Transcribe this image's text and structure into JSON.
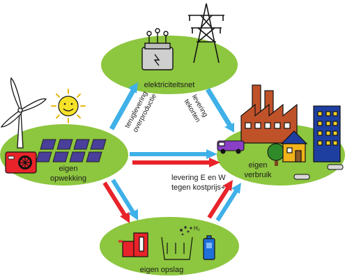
{
  "nodes": {
    "grid": {
      "label": "elektriciteitsnet"
    },
    "generation": {
      "label_line1": "eigen",
      "label_line2": "opwekking"
    },
    "consumption": {
      "label_line1": "eigen",
      "label_line2": "verbruik"
    },
    "storage": {
      "label": "eigen opslag"
    }
  },
  "flows": {
    "feed_in": {
      "line1": "teruglevering",
      "line2": "overproductie"
    },
    "shortage": {
      "line1": "levering",
      "line2": "tekorten"
    },
    "supply": {
      "line1": "levering E en W",
      "line2": "tegen kostprijs+"
    },
    "h2_label": "H₂"
  },
  "colors": {
    "ellipse": "#8dc63f",
    "arrow_blue": "#3fb0e8",
    "arrow_red": "#e8232a",
    "factory": "#c0522a",
    "building_blue": "#1f3fa0",
    "house": "#f2b21a",
    "sun": "#f7e22a",
    "van": "#8a3fc6",
    "panel": "#4a3f9a",
    "battery": "#1e6fd8"
  },
  "icons": [
    "power-pylon-icon",
    "transformer-icon",
    "wind-turbine-icon",
    "sun-icon",
    "solar-panels-icon",
    "heat-pump-icon",
    "factory-icon",
    "apartment-building-icon",
    "house-icon",
    "tree-icon",
    "van-icon",
    "car-icon",
    "heat-storage-icon",
    "hydrogen-tank-icon",
    "battery-icon"
  ]
}
